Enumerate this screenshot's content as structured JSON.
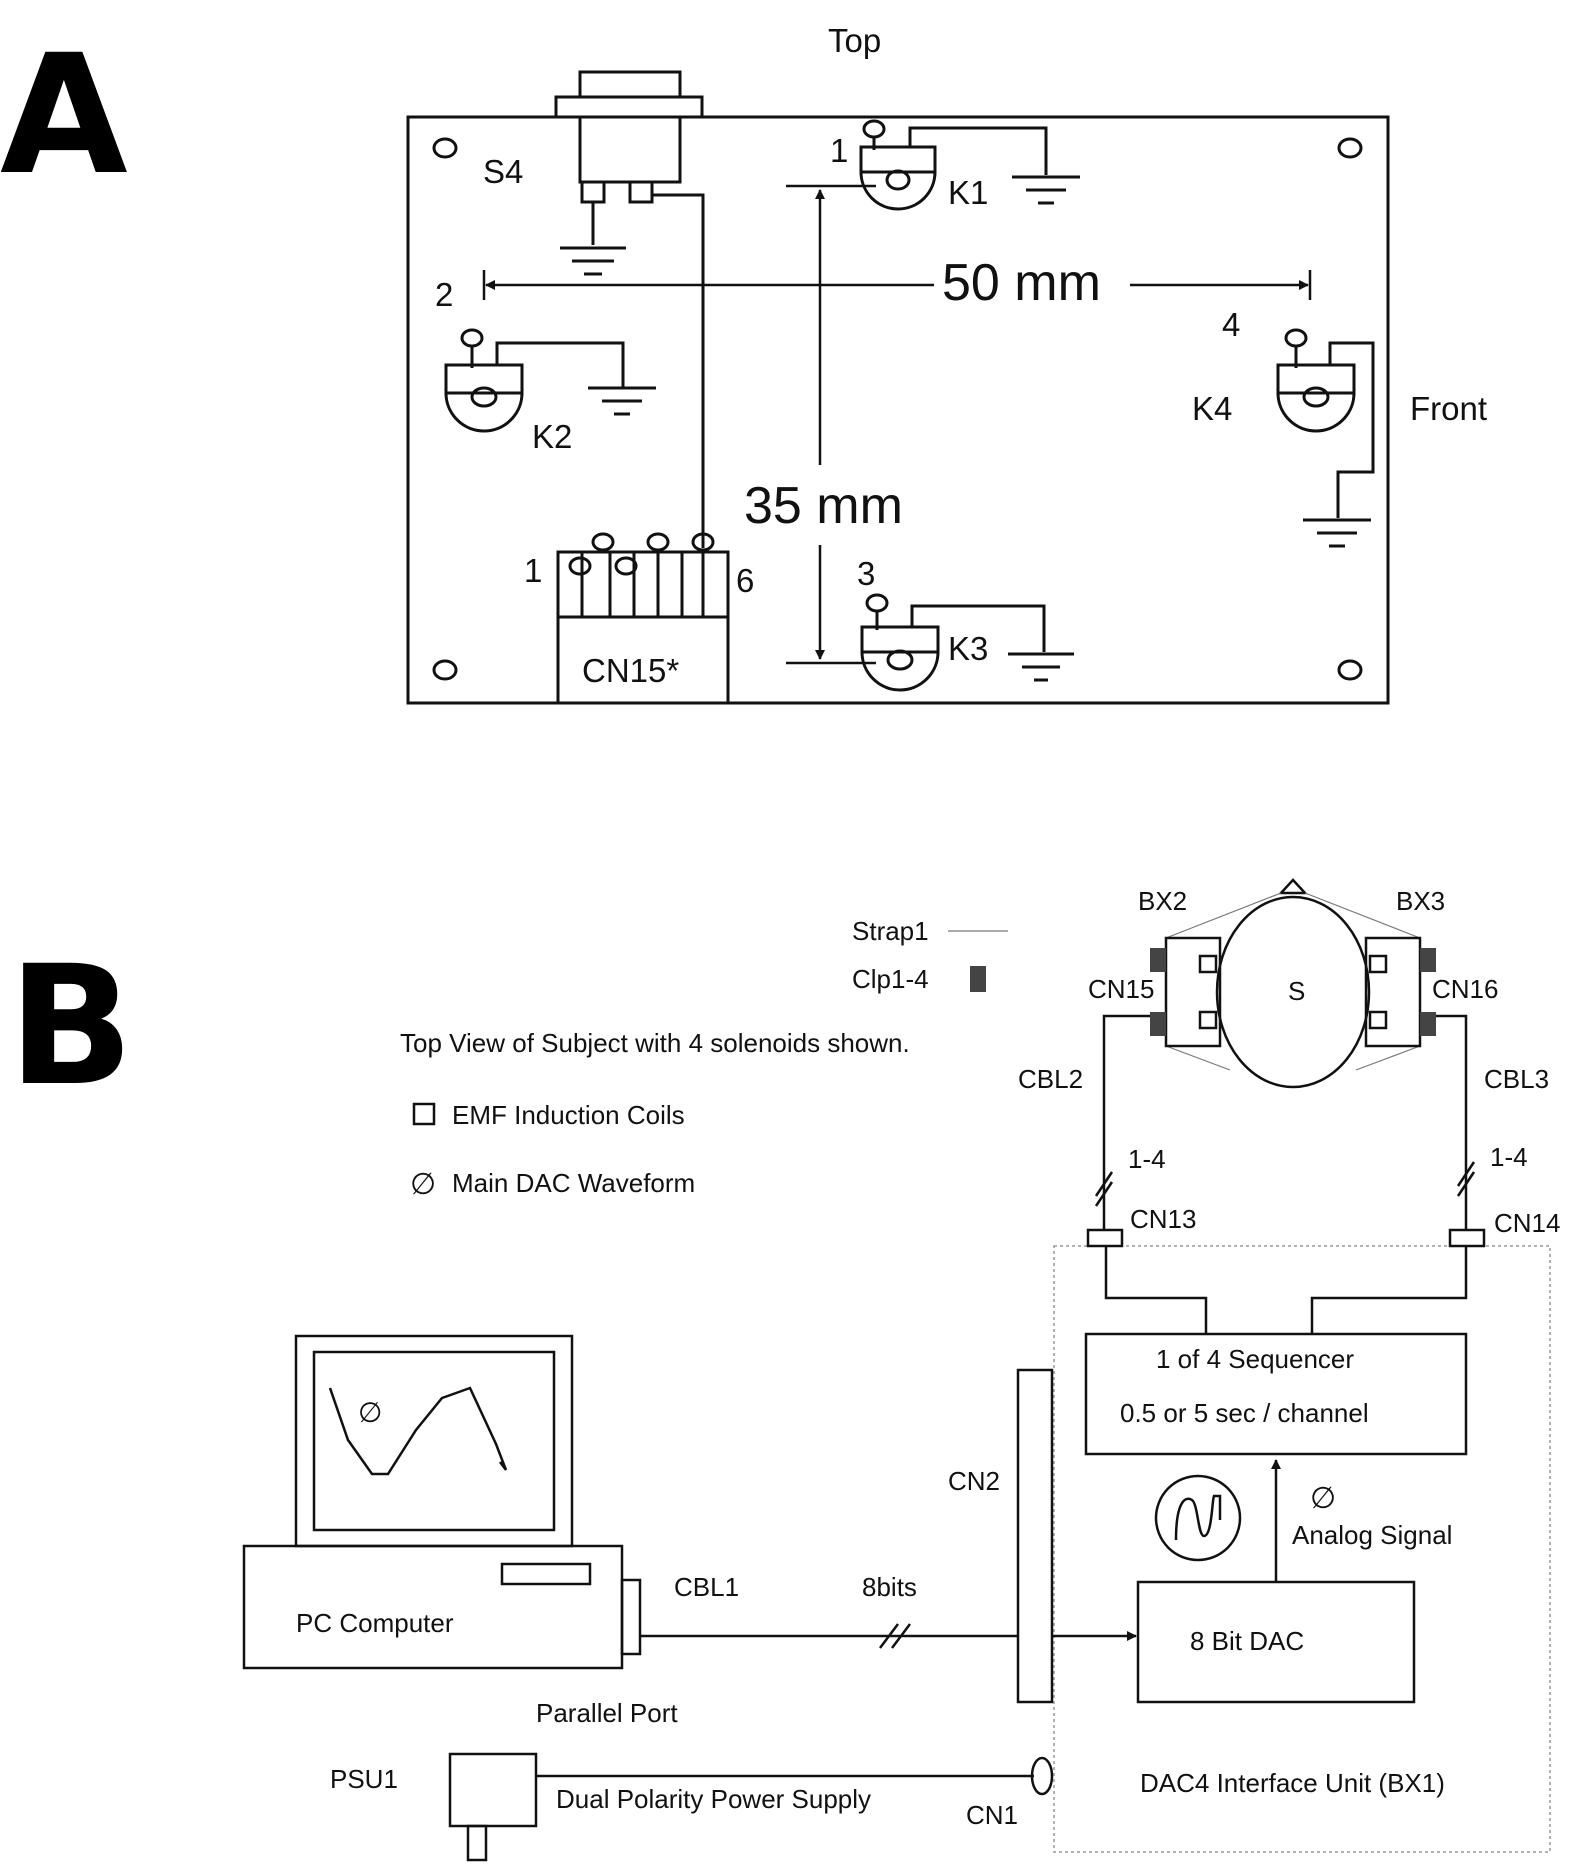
{
  "panel_a": {
    "letter": "A",
    "top_label": "Top",
    "front_label": "Front",
    "switch_label": "S4",
    "dim_horizontal": "50 mm",
    "dim_vertical": "35 mm",
    "connector_label": "CN15*",
    "connector_pin_first": "1",
    "connector_pin_last": "6",
    "coils": [
      {
        "name": "K1",
        "number": "1"
      },
      {
        "name": "K2",
        "number": "2"
      },
      {
        "name": "K3",
        "number": "3"
      },
      {
        "name": "K4",
        "number": "4"
      }
    ]
  },
  "panel_b": {
    "letter": "B",
    "legend": {
      "strap": "Strap1",
      "clip": "Clp1-4",
      "caption": "Top View of Subject with 4 solenoids shown.",
      "coil_item": "EMF Induction Coils",
      "waveform_symbol": "∅",
      "waveform_item": "Main DAC Waveform"
    },
    "subject": {
      "symbol": "S",
      "box_left": "BX2",
      "box_right": "BX3",
      "conn_left": "CN15",
      "conn_right": "CN16"
    },
    "cables": {
      "left": "CBL2",
      "right": "CBL3",
      "left_count": "1-4",
      "right_count": "1-4",
      "pc_cable": "CBL1",
      "bus_width": "8bits"
    },
    "connectors": {
      "cn13": "CN13",
      "cn14": "CN14",
      "cn2": "CN2",
      "cn1": "CN1"
    },
    "sequencer": {
      "line1": "1 of 4 Sequencer",
      "line2": "0.5 or 5 sec / channel"
    },
    "analog_signal": {
      "symbol": "∅",
      "label": "Analog Signal"
    },
    "dac": "8 Bit DAC",
    "interface_unit": "DAC4 Interface Unit (BX1)",
    "pc": {
      "label": "PC Computer",
      "port": "Parallel Port",
      "screen_symbol": "∅"
    },
    "psu": {
      "id": "PSU1",
      "label": "Dual Polarity Power Supply"
    }
  }
}
